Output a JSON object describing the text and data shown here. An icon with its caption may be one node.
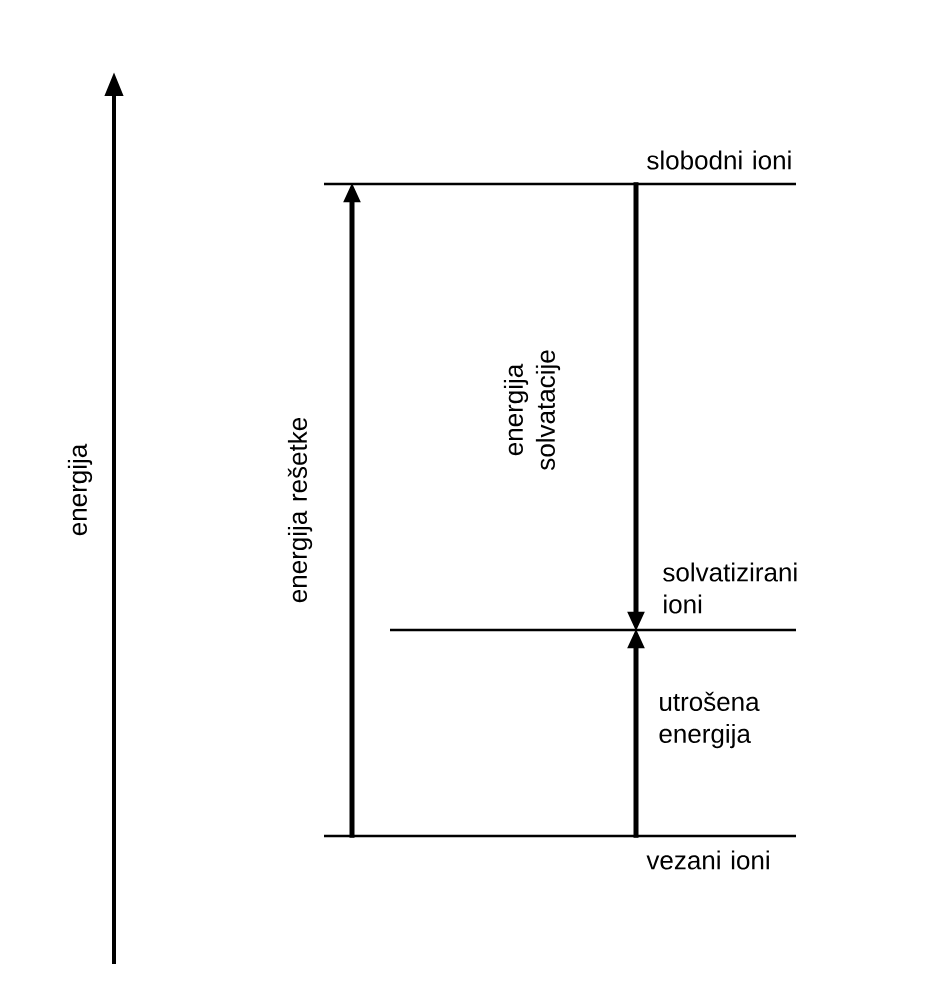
{
  "diagram": {
    "nodes": [
      {
        "text": [],
        "shape": "bar",
        "beside": [
          "slobodni ioni"
        ]
      },
      {
        "text": [],
        "shape": "bar",
        "beside": [
          "solvatizirani ioni"
        ]
      },
      {
        "text": [],
        "shape": "bar",
        "beside": [
          "vezani ioni"
        ]
      }
    ],
    "edges": [
      {
        "from": 2,
        "to": 0,
        "arrow": "to",
        "label": "energija rešetke"
      },
      {
        "from": 0,
        "to": 1,
        "arrow": "to",
        "label": "energija solvatacije"
      },
      {
        "from": 2,
        "to": 1,
        "arrow": "to",
        "label": "utrošena energija"
      }
    ],
    "labels": [
      "energija"
    ]
  }
}
